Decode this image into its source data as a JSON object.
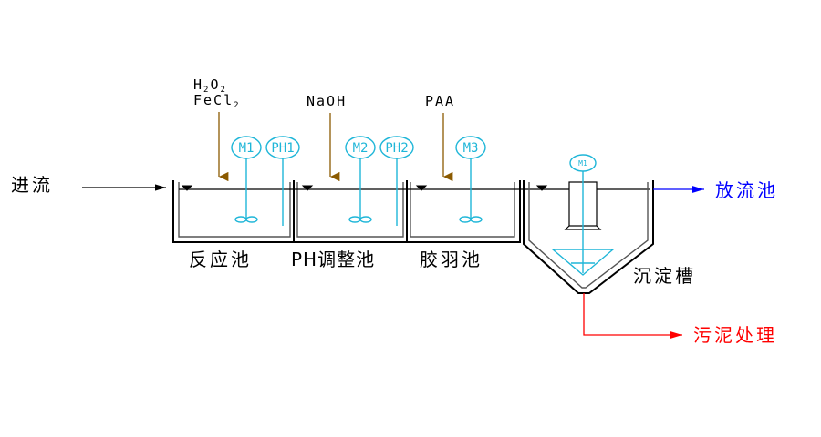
{
  "inflow_label": "进流",
  "tanks": {
    "reaction": "反应池",
    "ph_adjust": "PH调整池",
    "flocculation": "胶羽池",
    "sedimentation": "沉淀槽"
  },
  "dosing": {
    "h2o2": {
      "main": "H",
      "sub1": "2",
      "mid": "O",
      "sub2": "2"
    },
    "fecl2": {
      "main": "FeCl",
      "sub": "2"
    },
    "naoh": "NaOH",
    "paa": "PAA"
  },
  "instruments": {
    "m1": "M1",
    "ph1": "PH1",
    "m2": "M2",
    "ph2": "PH2",
    "m3": "M3",
    "m_sed": "M1"
  },
  "outputs": {
    "discharge": "放流池",
    "sludge": "污泥处理"
  },
  "colors": {
    "dosing_line": "#8b5a00",
    "instrument": "#1fb6d8",
    "discharge": "#0000ff",
    "sludge": "#ff0000"
  }
}
